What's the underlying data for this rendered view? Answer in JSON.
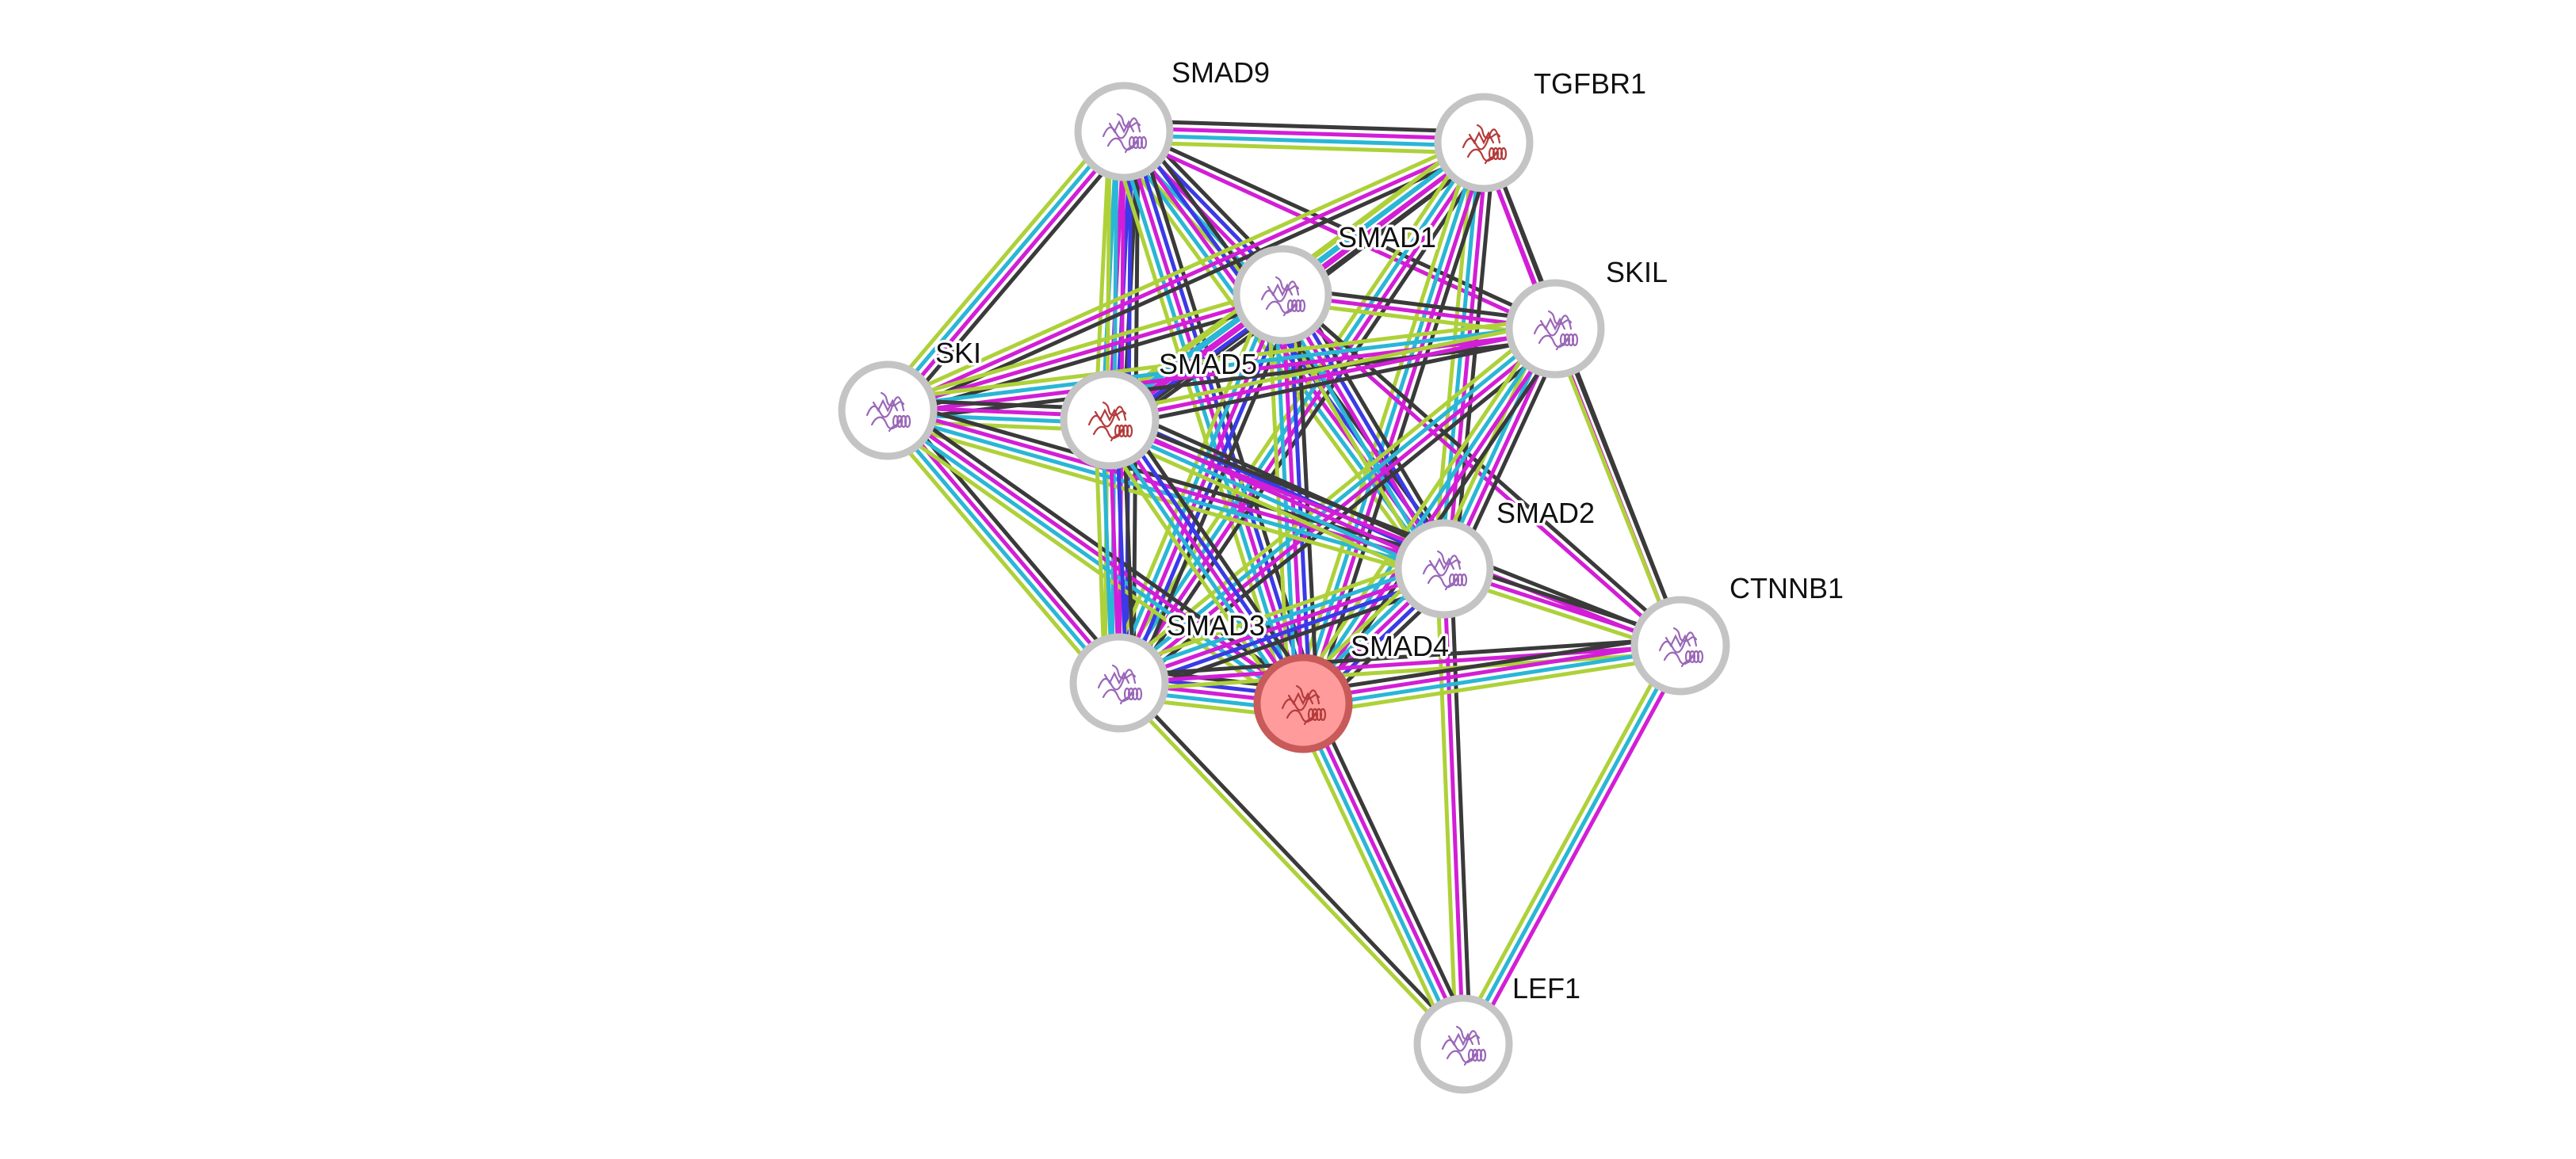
{
  "network": {
    "center_node": "SMAD4",
    "colors": {
      "node_fill": "#ffffff",
      "node_ring": "#c4c4c4",
      "query_fill": "#ff9b9b",
      "query_ring": "#c85a5a",
      "structure_purple": "#9a68b8",
      "structure_red": "#b43c3c",
      "edge_black": "#3a3a3a",
      "edge_magenta": "#d21ed6",
      "edge_cyan": "#2ab6d6",
      "edge_yellowgreen": "#aed13a",
      "edge_blue": "#3a3ae6",
      "edge_purple": "#7a3b8a"
    },
    "nodes": [
      {
        "id": "SMAD9",
        "label": "SMAD9",
        "structure": "purple"
      },
      {
        "id": "TGFBR1",
        "label": "TGFBR1",
        "structure": "red"
      },
      {
        "id": "SMAD1",
        "label": "SMAD1",
        "structure": "purple"
      },
      {
        "id": "SKIL",
        "label": "SKIL",
        "structure": "purple"
      },
      {
        "id": "SKI",
        "label": "SKI",
        "structure": "purple"
      },
      {
        "id": "SMAD5",
        "label": "SMAD5",
        "structure": "red"
      },
      {
        "id": "SMAD2",
        "label": "SMAD2",
        "structure": "purple"
      },
      {
        "id": "CTNNB1",
        "label": "CTNNB1",
        "structure": "purple"
      },
      {
        "id": "SMAD3",
        "label": "SMAD3",
        "structure": "purple"
      },
      {
        "id": "SMAD4",
        "label": "SMAD4",
        "structure": "red",
        "query": true
      },
      {
        "id": "LEF1",
        "label": "LEF1",
        "structure": "purple"
      }
    ],
    "edges": [
      {
        "source": "SMAD9",
        "target": "TGFBR1",
        "types": [
          "black",
          "magenta",
          "cyan",
          "yellowgreen"
        ]
      },
      {
        "source": "SMAD9",
        "target": "SMAD1",
        "types": [
          "black",
          "blue",
          "magenta",
          "cyan",
          "yellowgreen"
        ]
      },
      {
        "source": "SMAD9",
        "target": "SKIL",
        "types": [
          "black",
          "magenta"
        ]
      },
      {
        "source": "SMAD9",
        "target": "SKI",
        "types": [
          "black",
          "magenta",
          "cyan",
          "yellowgreen"
        ]
      },
      {
        "source": "SMAD9",
        "target": "SMAD5",
        "types": [
          "black",
          "blue",
          "magenta",
          "cyan",
          "yellowgreen"
        ]
      },
      {
        "source": "SMAD9",
        "target": "SMAD2",
        "types": [
          "black",
          "blue",
          "magenta",
          "cyan",
          "yellowgreen"
        ]
      },
      {
        "source": "SMAD9",
        "target": "SMAD3",
        "types": [
          "black",
          "blue",
          "magenta",
          "cyan",
          "yellowgreen"
        ]
      },
      {
        "source": "SMAD9",
        "target": "SMAD4",
        "types": [
          "black",
          "blue",
          "magenta",
          "cyan",
          "yellowgreen"
        ]
      },
      {
        "source": "TGFBR1",
        "target": "SMAD1",
        "types": [
          "black",
          "magenta",
          "cyan",
          "yellowgreen"
        ]
      },
      {
        "source": "TGFBR1",
        "target": "SKIL",
        "types": [
          "black",
          "magenta"
        ]
      },
      {
        "source": "TGFBR1",
        "target": "SKI",
        "types": [
          "black",
          "magenta",
          "yellowgreen"
        ]
      },
      {
        "source": "TGFBR1",
        "target": "SMAD5",
        "types": [
          "black",
          "magenta",
          "cyan",
          "yellowgreen"
        ]
      },
      {
        "source": "TGFBR1",
        "target": "SMAD2",
        "types": [
          "black",
          "magenta",
          "cyan",
          "yellowgreen"
        ]
      },
      {
        "source": "TGFBR1",
        "target": "SMAD3",
        "types": [
          "black",
          "magenta",
          "cyan",
          "yellowgreen"
        ]
      },
      {
        "source": "TGFBR1",
        "target": "SMAD4",
        "types": [
          "black",
          "magenta",
          "cyan",
          "yellowgreen"
        ]
      },
      {
        "source": "TGFBR1",
        "target": "CTNNB1",
        "types": [
          "black",
          "magenta"
        ]
      },
      {
        "source": "SMAD1",
        "target": "SKIL",
        "types": [
          "black",
          "magenta",
          "yellowgreen"
        ]
      },
      {
        "source": "SMAD1",
        "target": "SKI",
        "types": [
          "black",
          "magenta",
          "yellowgreen"
        ]
      },
      {
        "source": "SMAD1",
        "target": "SMAD5",
        "types": [
          "black",
          "blue",
          "magenta",
          "cyan",
          "yellowgreen"
        ]
      },
      {
        "source": "SMAD1",
        "target": "SMAD2",
        "types": [
          "black",
          "blue",
          "magenta",
          "cyan",
          "yellowgreen"
        ]
      },
      {
        "source": "SMAD1",
        "target": "SMAD3",
        "types": [
          "black",
          "blue",
          "magenta",
          "cyan",
          "yellowgreen"
        ]
      },
      {
        "source": "SMAD1",
        "target": "SMAD4",
        "types": [
          "black",
          "blue",
          "magenta",
          "cyan",
          "yellowgreen"
        ]
      },
      {
        "source": "SMAD1",
        "target": "CTNNB1",
        "types": [
          "black",
          "magenta"
        ]
      },
      {
        "source": "SKIL",
        "target": "SKI",
        "types": [
          "black",
          "magenta",
          "cyan",
          "yellowgreen"
        ]
      },
      {
        "source": "SKIL",
        "target": "SMAD5",
        "types": [
          "black",
          "magenta",
          "yellowgreen"
        ]
      },
      {
        "source": "SKIL",
        "target": "SMAD2",
        "types": [
          "black",
          "magenta",
          "cyan",
          "yellowgreen"
        ]
      },
      {
        "source": "SKIL",
        "target": "SMAD3",
        "types": [
          "black",
          "magenta",
          "cyan",
          "yellowgreen"
        ]
      },
      {
        "source": "SKIL",
        "target": "SMAD4",
        "types": [
          "black",
          "magenta",
          "cyan",
          "yellowgreen"
        ]
      },
      {
        "source": "SKIL",
        "target": "CTNNB1",
        "types": [
          "black",
          "yellowgreen"
        ]
      },
      {
        "source": "SKI",
        "target": "SMAD5",
        "types": [
          "black",
          "magenta",
          "cyan",
          "yellowgreen"
        ]
      },
      {
        "source": "SKI",
        "target": "SMAD2",
        "types": [
          "black",
          "magenta",
          "cyan",
          "yellowgreen"
        ]
      },
      {
        "source": "SKI",
        "target": "SMAD3",
        "types": [
          "black",
          "magenta",
          "cyan",
          "yellowgreen"
        ]
      },
      {
        "source": "SKI",
        "target": "SMAD4",
        "types": [
          "black",
          "magenta",
          "cyan",
          "yellowgreen"
        ]
      },
      {
        "source": "SMAD5",
        "target": "SMAD2",
        "types": [
          "black",
          "blue",
          "magenta",
          "cyan",
          "yellowgreen"
        ]
      },
      {
        "source": "SMAD5",
        "target": "SMAD3",
        "types": [
          "black",
          "blue",
          "magenta",
          "cyan",
          "yellowgreen"
        ]
      },
      {
        "source": "SMAD5",
        "target": "SMAD4",
        "types": [
          "black",
          "blue",
          "magenta",
          "cyan",
          "yellowgreen"
        ]
      },
      {
        "source": "SMAD5",
        "target": "CTNNB1",
        "types": [
          "black",
          "magenta"
        ]
      },
      {
        "source": "SMAD2",
        "target": "SMAD3",
        "types": [
          "black",
          "blue",
          "magenta",
          "cyan",
          "yellowgreen"
        ]
      },
      {
        "source": "SMAD2",
        "target": "SMAD4",
        "types": [
          "black",
          "blue",
          "magenta",
          "cyan",
          "yellowgreen"
        ]
      },
      {
        "source": "SMAD2",
        "target": "CTNNB1",
        "types": [
          "black",
          "magenta",
          "yellowgreen"
        ]
      },
      {
        "source": "SMAD2",
        "target": "LEF1",
        "types": [
          "black",
          "magenta",
          "yellowgreen"
        ]
      },
      {
        "source": "SMAD3",
        "target": "SMAD4",
        "types": [
          "black",
          "blue",
          "magenta",
          "cyan",
          "yellowgreen"
        ]
      },
      {
        "source": "SMAD3",
        "target": "CTNNB1",
        "types": [
          "black",
          "magenta",
          "yellowgreen"
        ]
      },
      {
        "source": "SMAD3",
        "target": "LEF1",
        "types": [
          "black",
          "yellowgreen"
        ]
      },
      {
        "source": "SMAD4",
        "target": "CTNNB1",
        "types": [
          "black",
          "magenta",
          "cyan",
          "yellowgreen"
        ]
      },
      {
        "source": "SMAD4",
        "target": "LEF1",
        "types": [
          "black",
          "magenta",
          "cyan",
          "yellowgreen"
        ]
      },
      {
        "source": "CTNNB1",
        "target": "LEF1",
        "types": [
          "magenta",
          "cyan",
          "yellowgreen"
        ]
      }
    ]
  }
}
